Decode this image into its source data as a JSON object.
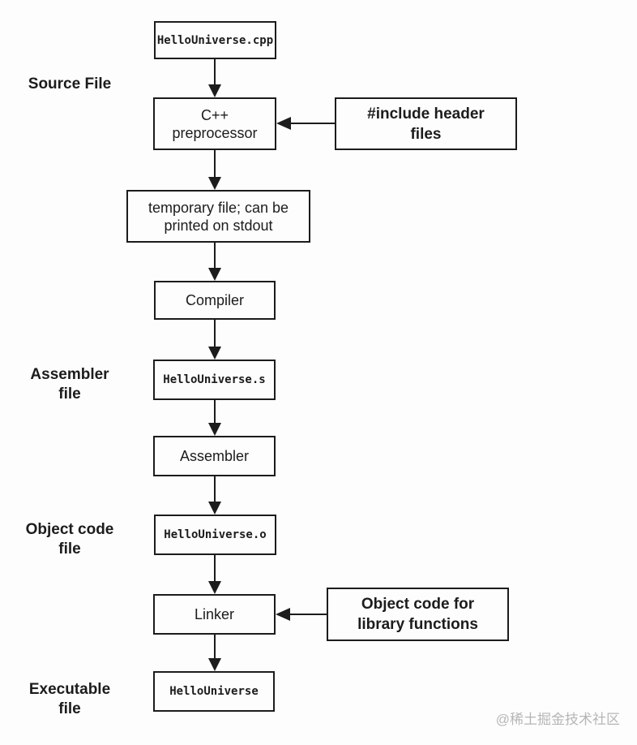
{
  "colors": {
    "background": "#fdfdfd",
    "line": "#1c1c1c",
    "watermark": "#b6b6b6"
  },
  "stage_labels": {
    "source_file": "Source File",
    "assembler_file": "Assembler\nfile",
    "object_code_file": "Object code\nfile",
    "executable_file": "Executable\nfile"
  },
  "nodes": {
    "source_file_name": "HelloUniverse.cpp",
    "preprocessor": "C++\npreprocessor",
    "include_headers": "#include header\nfiles",
    "temporary_file": "temporary file; can be\nprinted on stdout",
    "compiler": "Compiler",
    "assembly_file_name": "HelloUniverse.s",
    "assembler": "Assembler",
    "object_file_name": "HelloUniverse.o",
    "linker": "Linker",
    "library_object_code": "Object code for\nlibrary functions",
    "executable_name": "HelloUniverse"
  },
  "watermark": {
    "text": "@稀土掘金技术社区"
  }
}
